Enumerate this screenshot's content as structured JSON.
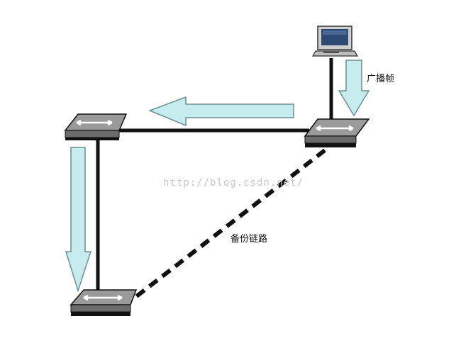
{
  "labels": {
    "broadcast_frame": "广播帧",
    "backup_link": "备份链路",
    "watermark": "http://blog.csdn.net/"
  },
  "nodes": [
    {
      "name": "computer"
    },
    {
      "name": "switch-left"
    },
    {
      "name": "switch-right"
    },
    {
      "name": "switch-bottom"
    }
  ],
  "links": [
    {
      "from": "computer",
      "to": "switch-right",
      "style": "solid"
    },
    {
      "from": "switch-left",
      "to": "switch-right",
      "style": "solid"
    },
    {
      "from": "switch-left",
      "to": "switch-bottom",
      "style": "solid"
    },
    {
      "from": "switch-right",
      "to": "switch-bottom",
      "style": "dashed"
    }
  ],
  "colors": {
    "arrow_fill": "#c6eced",
    "arrow_stroke": "#6e8f93",
    "link": "#111111",
    "switch_top": "#9a9a9a",
    "switch_front": "#6a6a6a",
    "switch_base": "#111111"
  }
}
